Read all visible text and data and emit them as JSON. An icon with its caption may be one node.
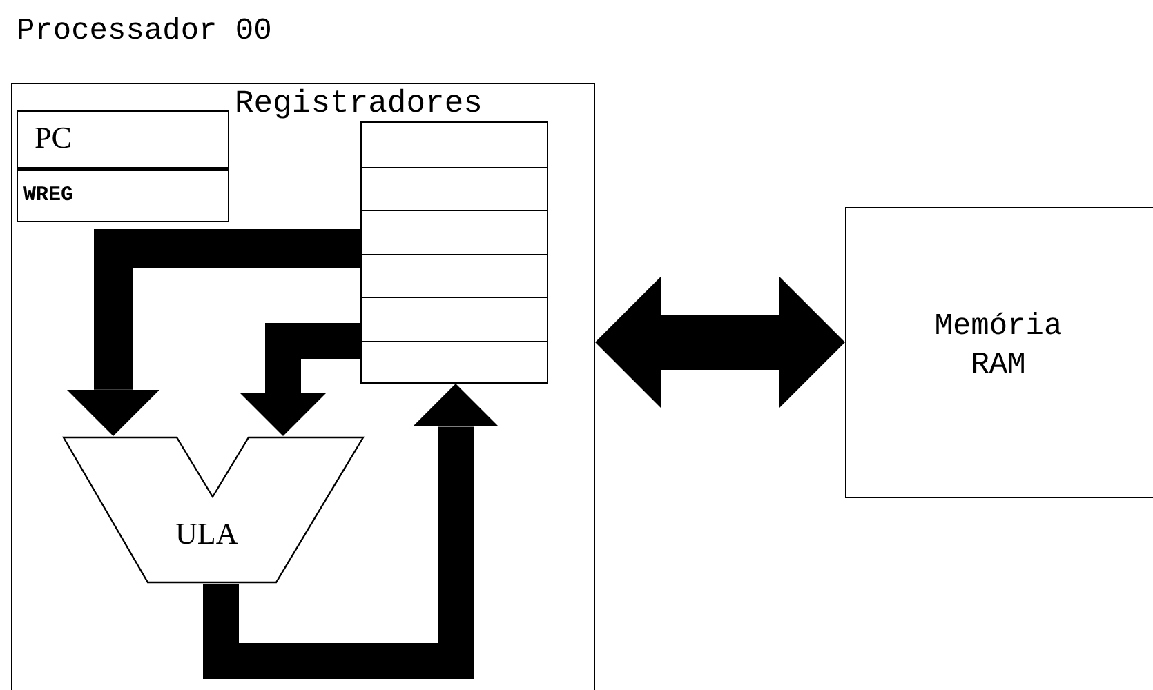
{
  "diagram": {
    "title": "Processador 00",
    "nodes": [
      {
        "text": [],
        "shape": "box"
      },
      {
        "text": [
          "PC"
        ],
        "in": 0
      },
      {
        "text": [
          "WREG"
        ],
        "in": 0
      },
      {
        "text": [
          "Registradores"
        ],
        "in": 0
      },
      {
        "text": [
          "ULA"
        ],
        "in": 0
      },
      {
        "text": [
          "Memória RAM"
        ]
      }
    ],
    "edges": [
      {
        "from": 3,
        "to": 4,
        "arrow": "to"
      },
      {
        "from": 3,
        "to": 4,
        "arrow": "to"
      },
      {
        "from": 4,
        "to": 3,
        "arrow": "to"
      },
      {
        "from": 0,
        "to": 5,
        "arrow": "both"
      }
    ]
  }
}
